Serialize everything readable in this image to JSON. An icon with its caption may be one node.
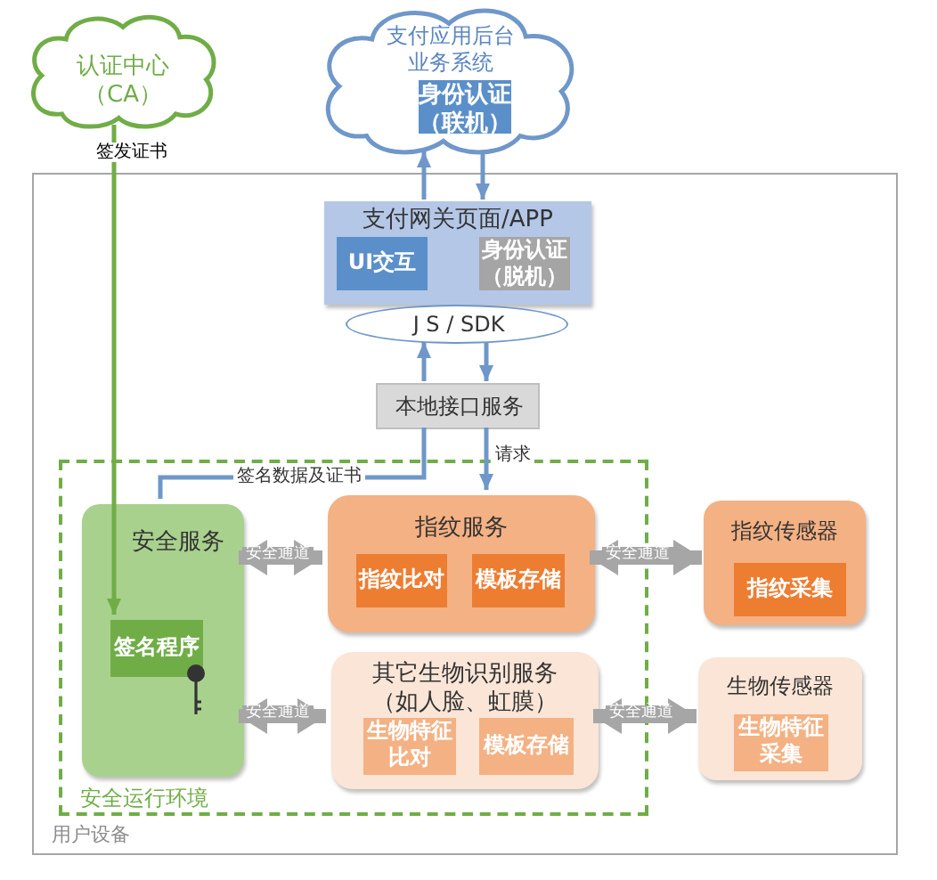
{
  "diagram": {
    "nodes": [
      {
        "text": [
          "认证中心（CA）"
        ]
      },
      {
        "text": [
          "支付应用后台业务系统"
        ]
      },
      {
        "text": [
          "身份认证（联机）"
        ],
        "in": 1
      },
      {
        "text": [
          "用户设备"
        ]
      },
      {
        "text": [
          "支付网关页面/APP"
        ],
        "in": 3
      },
      {
        "text": [
          "UI交互"
        ],
        "in": 4
      },
      {
        "text": [
          "身份认证（脱机）"
        ],
        "in": 4
      },
      {
        "text": [
          "J S  /  SDK"
        ],
        "in": 3
      },
      {
        "text": [
          "本地接口服务"
        ],
        "in": 3
      },
      {
        "text": [
          "安全运行环境"
        ],
        "in": 3
      },
      {
        "text": [
          "安全服务"
        ],
        "in": 9
      },
      {
        "text": [
          "签名程序"
        ],
        "in": 10
      },
      {
        "text": [
          "指纹服务"
        ],
        "in": 9
      },
      {
        "text": [
          "指纹比对"
        ],
        "in": 12
      },
      {
        "text": [
          "模板存储"
        ],
        "in": 12
      },
      {
        "text": [
          "其它生物识别服务（如人脸、虹膜）"
        ],
        "in": 9
      },
      {
        "text": [
          "生物特征比对"
        ],
        "in": 15
      },
      {
        "text": [
          "模板存储"
        ],
        "in": 15
      },
      {
        "text": [
          "指纹传感器"
        ],
        "in": 3
      },
      {
        "text": [
          "指纹采集"
        ],
        "in": 18
      },
      {
        "text": [
          "生物传感器"
        ],
        "in": 3
      },
      {
        "text": [
          "生物特征采集"
        ],
        "in": 20
      }
    ],
    "edges": [
      {
        "from": 0,
        "to": 11,
        "arrow": "to",
        "label": "签发证书",
        "color": "#70ad47"
      },
      {
        "from": 4,
        "to": 1,
        "arrow": "to"
      },
      {
        "from": 1,
        "to": 4,
        "arrow": "to"
      },
      {
        "from": 8,
        "to": 7,
        "arrow": "to"
      },
      {
        "from": 7,
        "to": 8,
        "arrow": "to"
      },
      {
        "from": 8,
        "to": 12,
        "arrow": "to",
        "label": "请求"
      },
      {
        "from": 8,
        "to": 10,
        "arrow": "none",
        "label": "签名数据及证书"
      },
      {
        "from": 10,
        "to": 12,
        "arrow": "both",
        "label": "安全通道",
        "style": "thick",
        "color": "#a6a6a6"
      },
      {
        "from": 12,
        "to": 18,
        "arrow": "both",
        "label": "安全通道",
        "style": "thick",
        "color": "#a6a6a6"
      },
      {
        "from": 10,
        "to": 15,
        "arrow": "both",
        "label": "安全通道",
        "style": "thick",
        "color": "#a6a6a6"
      },
      {
        "from": 15,
        "to": 20,
        "arrow": "both",
        "label": "安全通道",
        "style": "thick",
        "color": "#a6a6a6"
      }
    ]
  }
}
